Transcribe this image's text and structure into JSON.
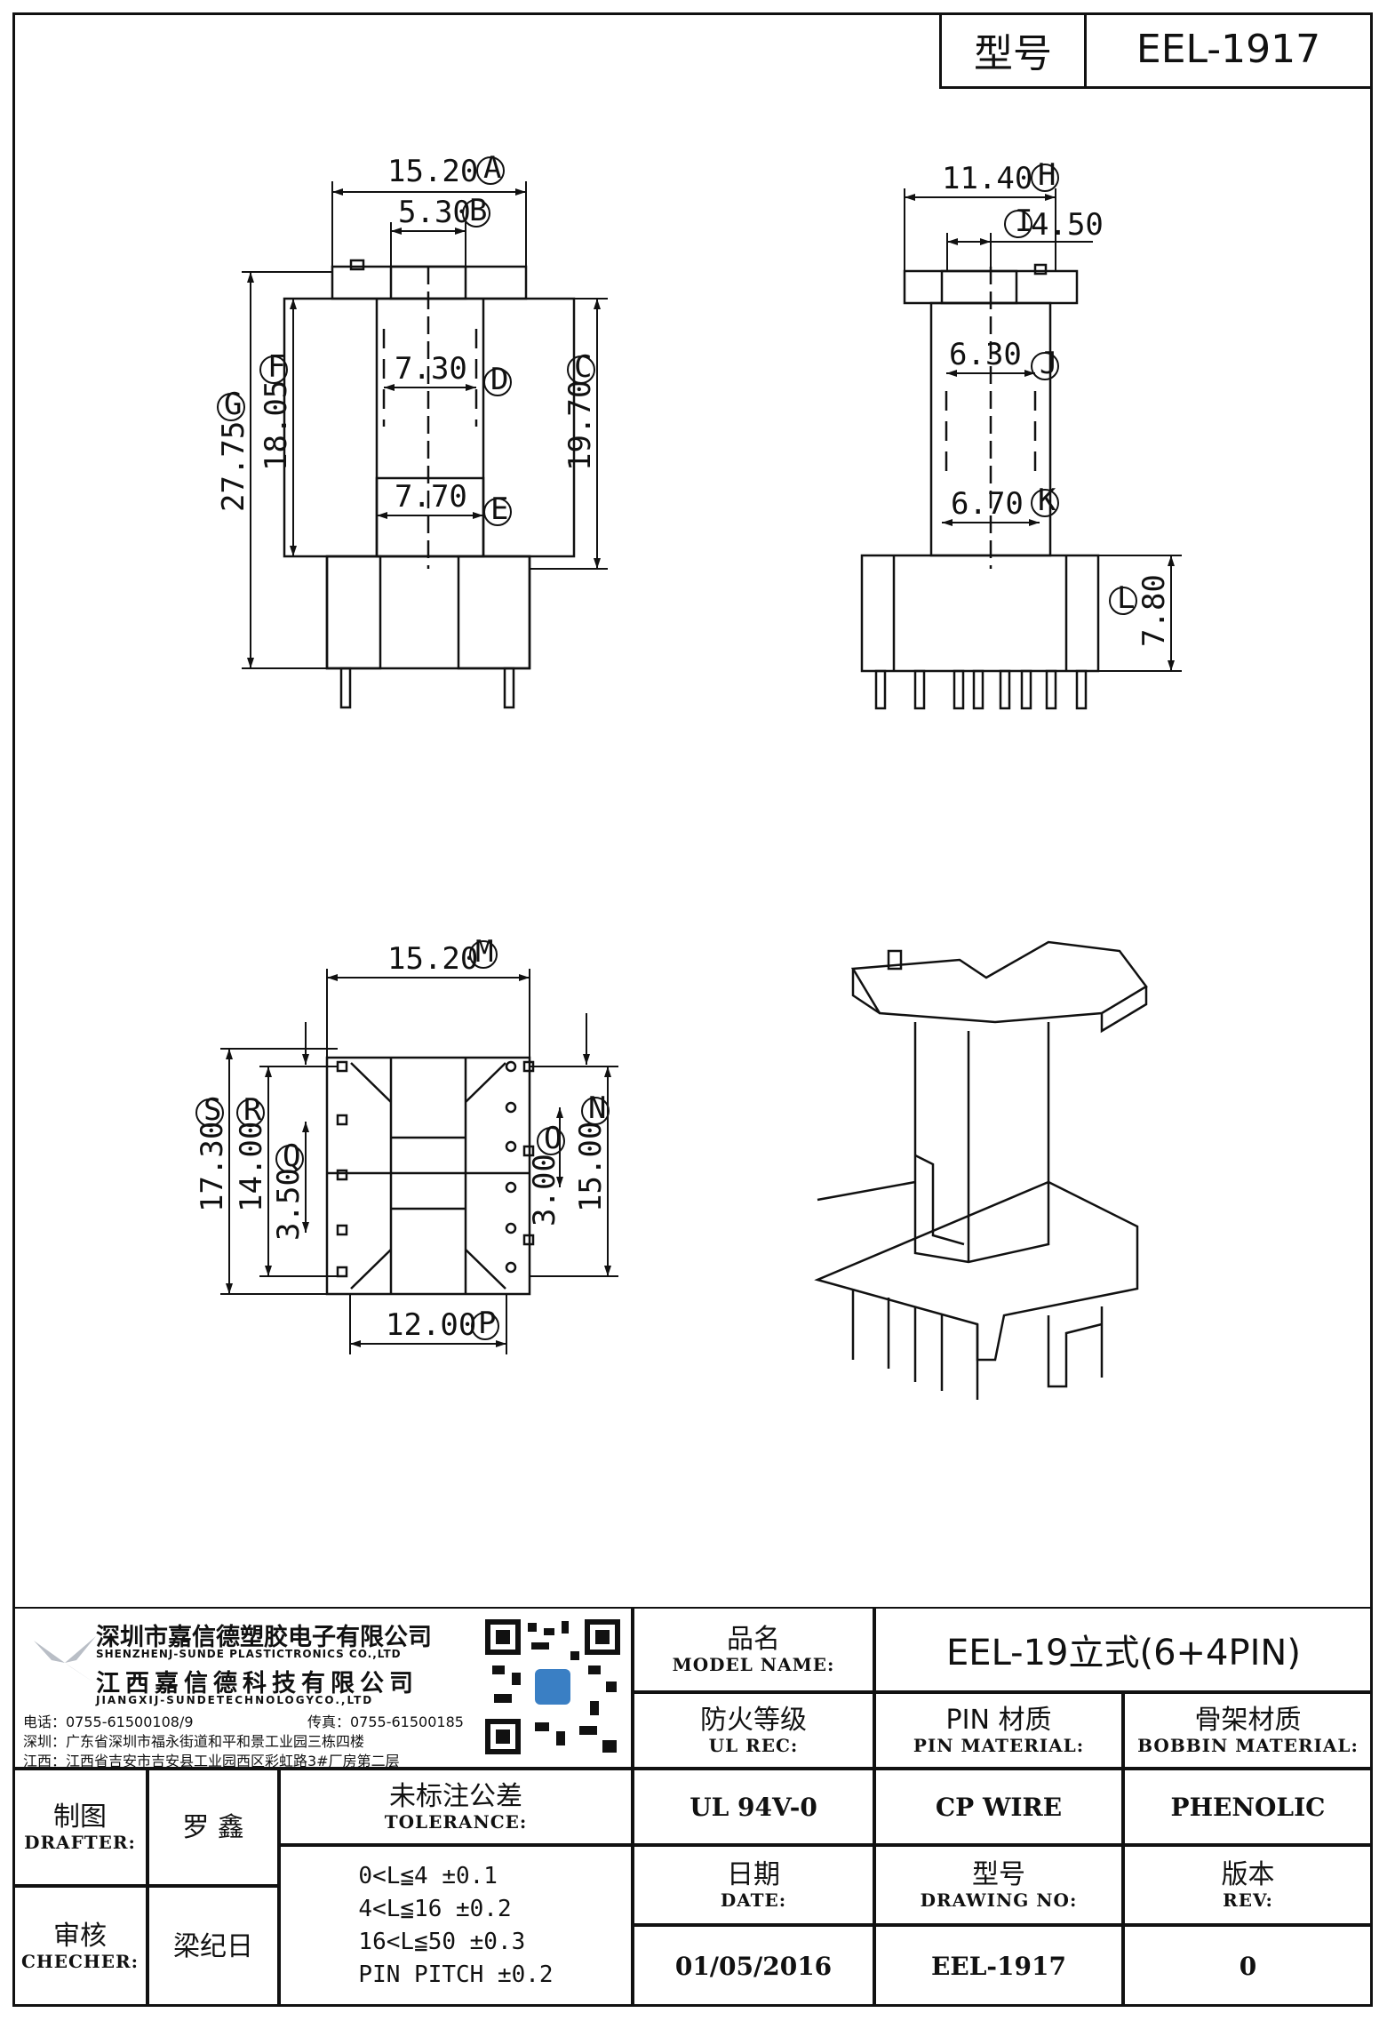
{
  "header": {
    "label": "型号",
    "model": "EEL-1917"
  },
  "dims": {
    "A": "15.20",
    "B": "5.30",
    "C": "19.70",
    "D": "7.30",
    "E": "7.70",
    "F": "18.05",
    "G": "27.75",
    "H": "11.40",
    "I": "4.50",
    "J": "6.30",
    "K": "6.70",
    "L": "7.80",
    "M": "15.20",
    "N": "15.00",
    "O": "3.00",
    "P": "12.00",
    "Q": "3.50",
    "R": "14.00",
    "S": "17.30"
  },
  "company": {
    "name_cn": "深圳市嘉信德塑胶电子有限公司",
    "name_en": "SHENZHENJ-SUNDE PLASTICTRONICS CO.,LTD",
    "name2_cn": "江西嘉信德科技有限公司",
    "name2_en": "JIANGXIJ-SUNDETECHNOLOGYCO.,LTD",
    "tel": "电话：0755-61500108/9",
    "fax": "传真：0755-61500185",
    "addr1": "深圳：广东省深圳市福永街道和平和景工业园三栋四楼",
    "addr2": "江西：江西省吉安市吉安县工业园西区彩虹路3#厂房第二层"
  },
  "title_block": {
    "model_name_cn": "品名",
    "model_name_en": "MODEL NAME:",
    "model_name": "EEL-19立式(6+4PIN)",
    "ul_cn": "防火等级",
    "ul_en": "UL REC:",
    "ul": "UL 94V-0",
    "pin_cn": "PIN 材质",
    "pin_en": "PIN MATERIAL:",
    "pin": "CP WIRE",
    "bobbin_cn": "骨架材质",
    "bobbin_en": "BOBBIN MATERIAL:",
    "bobbin": "PHENOLIC",
    "drafter_cn": "制图",
    "drafter_en": "DRAFTER:",
    "drafter": "罗 鑫",
    "checker_cn": "审核",
    "checker_en": "CHECHER:",
    "checker": "梁纪日",
    "tol_cn": "未标注公差",
    "tol_en": "TOLERANCE:",
    "tol_rows": [
      "0<L≦4   ±0.1",
      "4<L≦16  ±0.2",
      "16<L≦50  ±0.3",
      "PIN PITCH  ±0.2"
    ],
    "date_cn": "日期",
    "date_en": "DATE:",
    "date": "01/05/2016",
    "dwg_cn": "型号",
    "dwg_en": "DRAWING NO:",
    "dwg": "EEL-1917",
    "rev_cn": "版本",
    "rev_en": "REV:",
    "rev": "0"
  }
}
